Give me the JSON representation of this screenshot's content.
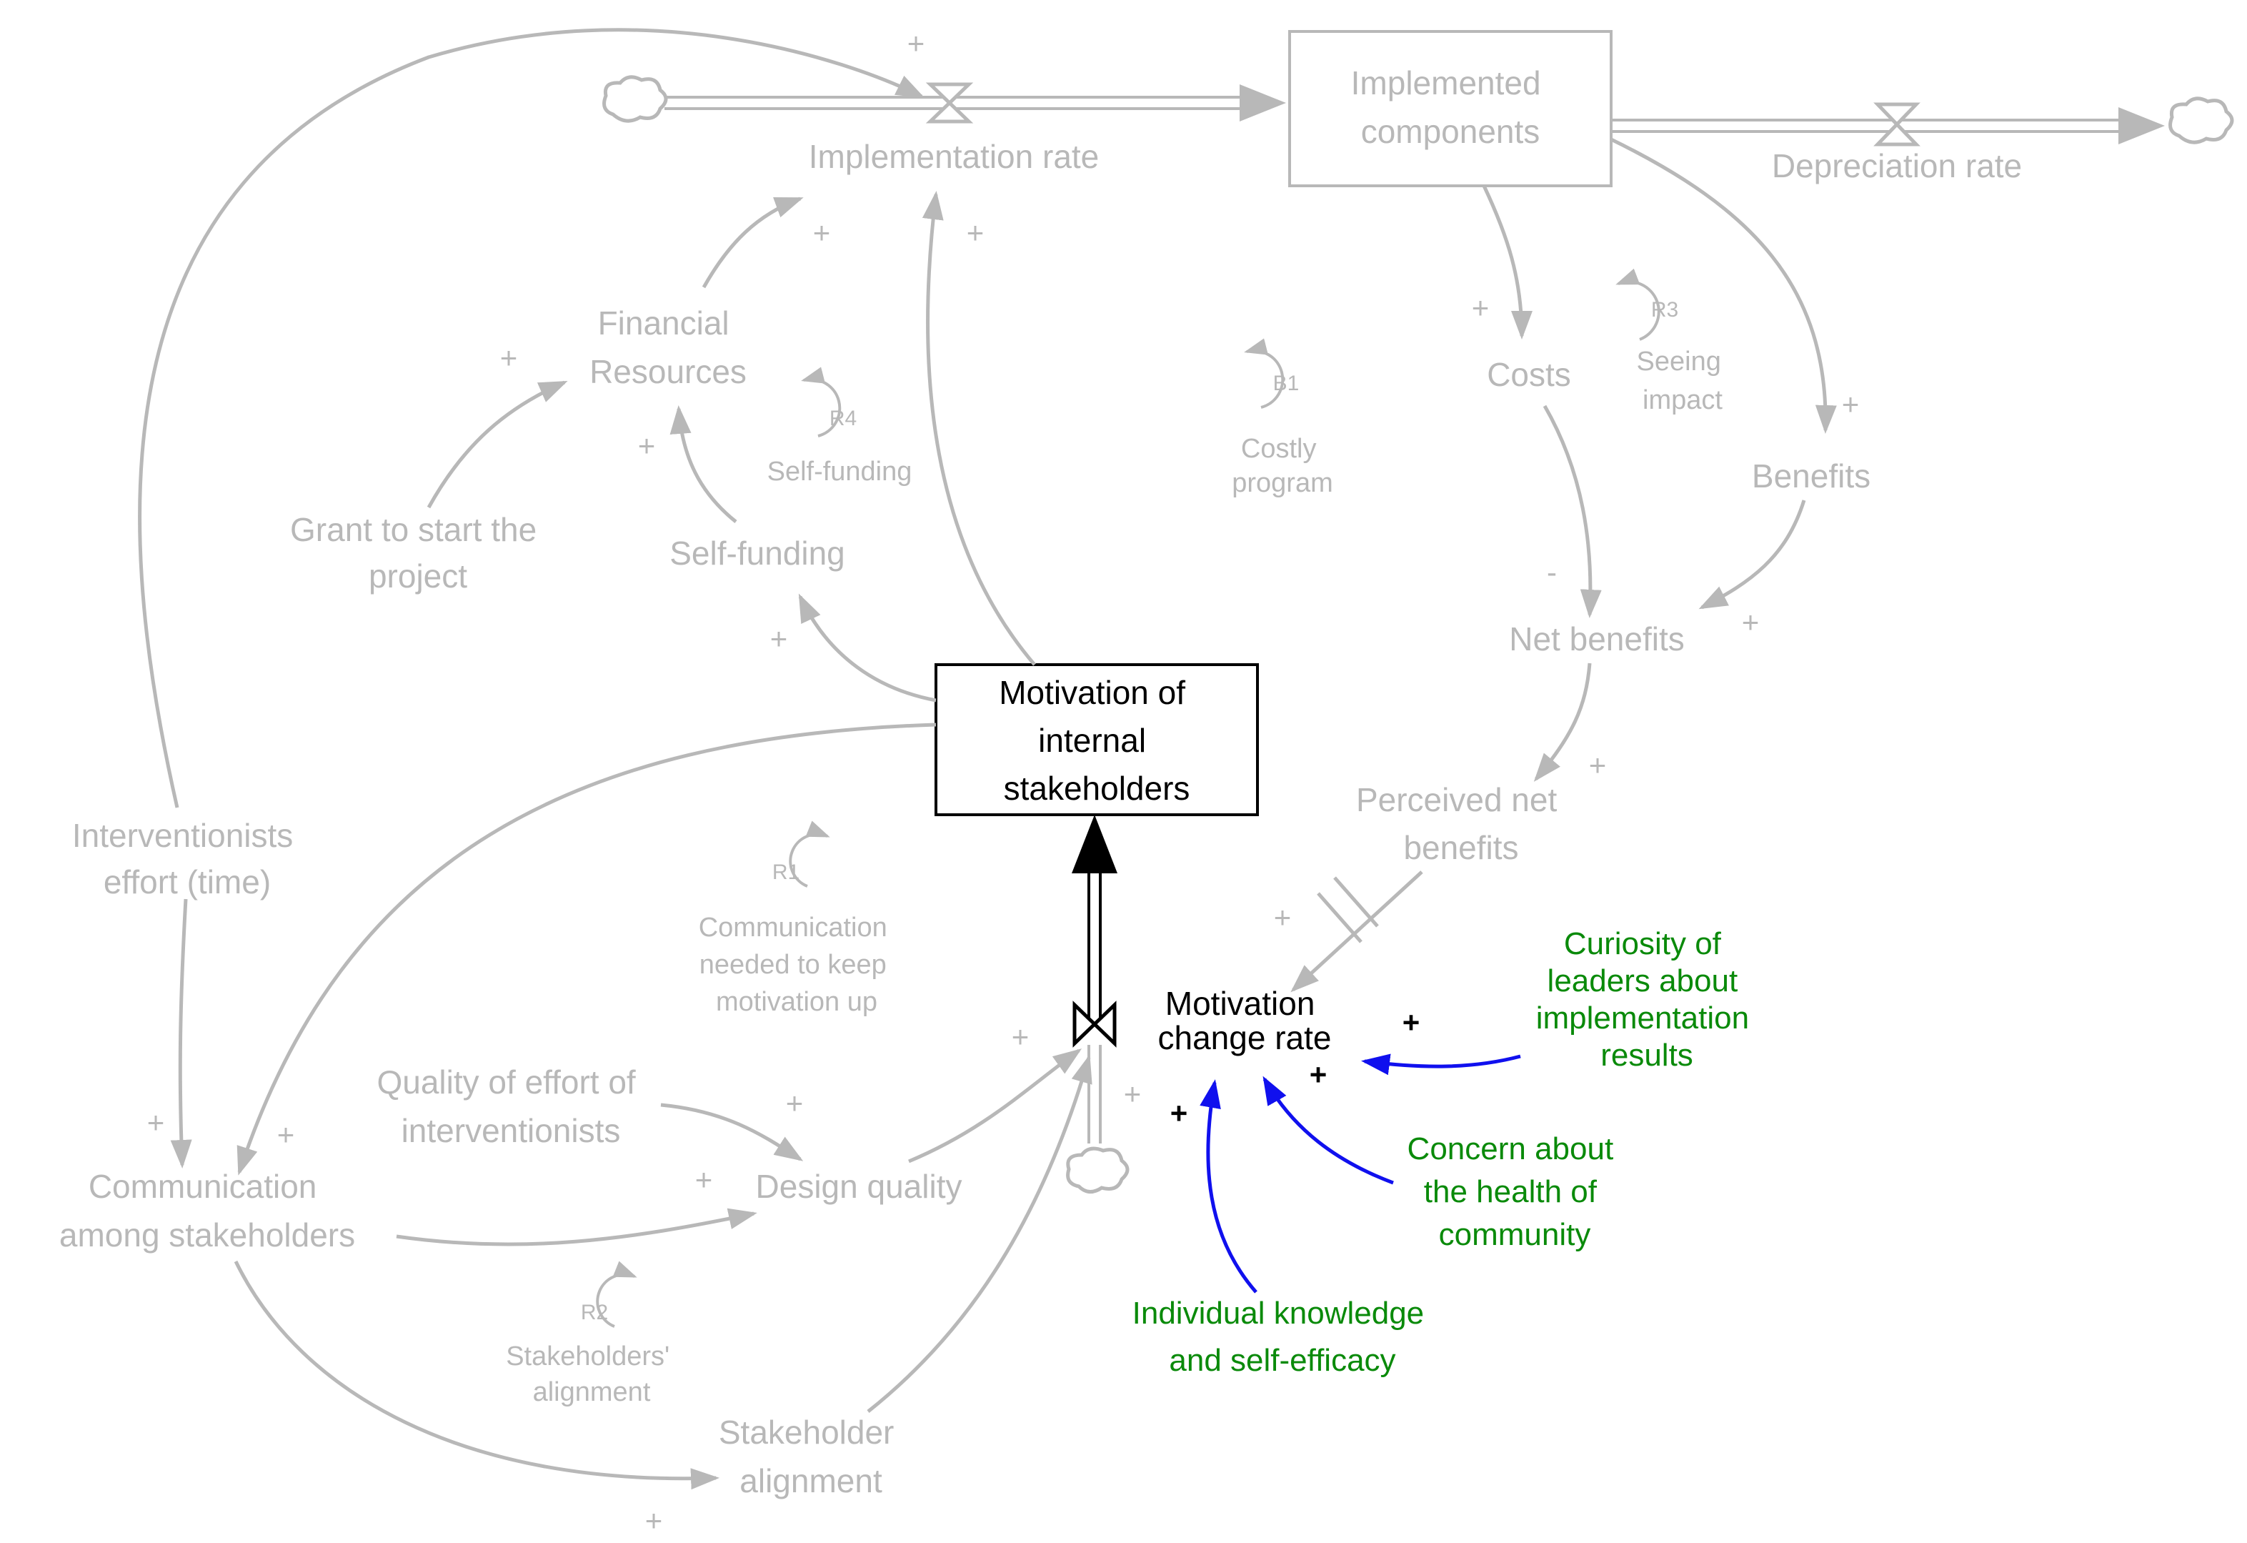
{
  "variables": {
    "implemented_components": [
      "Implemented",
      "components"
    ],
    "motivation": [
      "Motivation of",
      "internal",
      "stakeholders"
    ],
    "implementation_rate": "Implementation rate",
    "depreciation_rate": "Depreciation rate",
    "motivation_change_rate": [
      "Motivation",
      "change rate"
    ],
    "financial_resources": [
      "Financial",
      "Resources"
    ],
    "grant": [
      "Grant to start the",
      "project"
    ],
    "self_funding": "Self-funding",
    "costs": "Costs",
    "benefits": "Benefits",
    "net_benefits": "Net benefits",
    "perceived_net_benefits": [
      "Perceived net",
      "benefits"
    ],
    "interventionists_effort": [
      "Interventionists",
      "effort (time)"
    ],
    "quality_of_effort": [
      "Quality of effort of",
      "interventionists"
    ],
    "communication": [
      "Communication",
      "among stakeholders"
    ],
    "design_quality": "Design quality",
    "stakeholder_alignment": [
      "Stakeholder",
      "alignment"
    ],
    "curiosity": [
      "Curiosity of",
      "leaders about",
      "implementation",
      "results"
    ],
    "concern": [
      "Concern about",
      "the health of",
      "community"
    ],
    "knowledge": [
      "Individual knowledge",
      "and self-efficacy"
    ]
  },
  "loops": [
    {
      "id": "R1",
      "label": [
        "Communication",
        "needed to keep",
        "motivation up"
      ]
    },
    {
      "id": "R2",
      "label": [
        "Stakeholders'",
        "alignment"
      ]
    },
    {
      "id": "R3",
      "label": [
        "Seeing",
        "impact"
      ]
    },
    {
      "id": "R4",
      "label": [
        "Self-funding"
      ]
    },
    {
      "id": "B1",
      "label": [
        "Costly",
        "program"
      ]
    }
  ],
  "signs": {
    "plus": "+",
    "minus": "-"
  },
  "colors": {
    "inactive": "#b8b8b8",
    "active": "#000000",
    "exogenous_text": "#0a8a0a",
    "exogenous_link": "#1010ee"
  }
}
